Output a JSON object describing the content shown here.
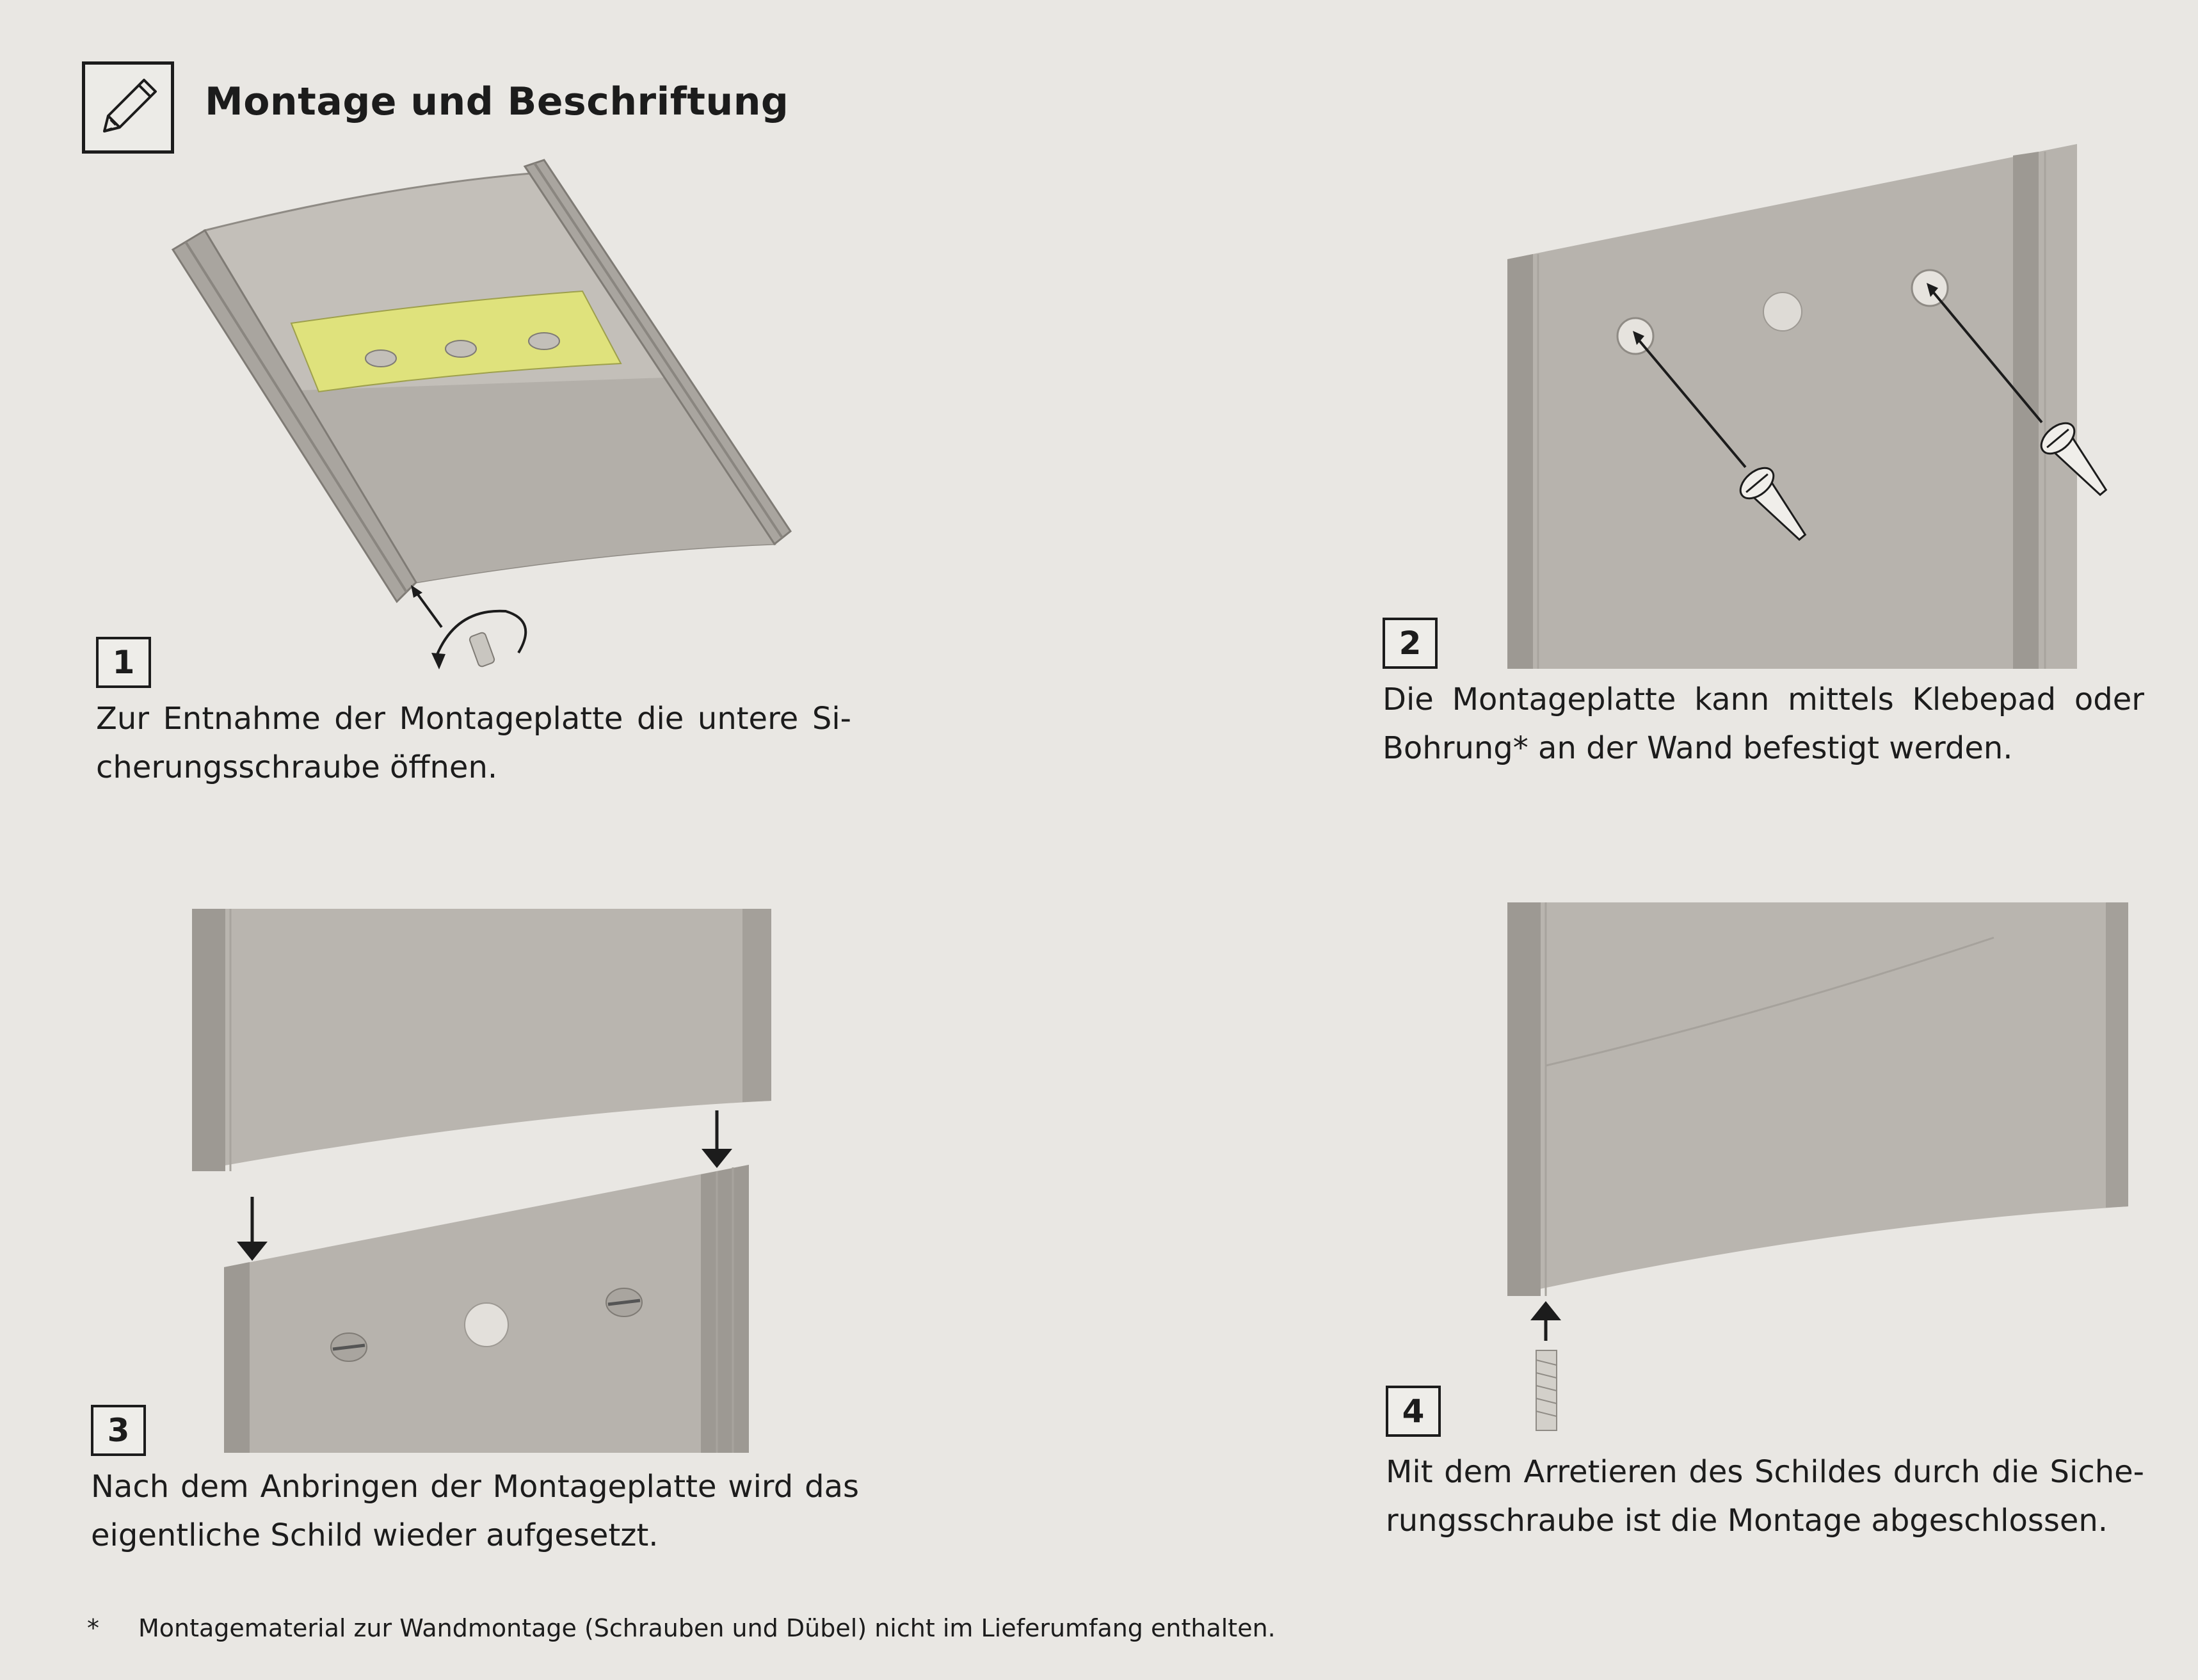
{
  "header": {
    "title": "Montage und Beschriftung",
    "icon": "pencil-icon"
  },
  "steps": [
    {
      "number": "1",
      "text": "Zur Entnahme der Montageplatte die untere Si- cherungsschraube öffnen."
    },
    {
      "number": "2",
      "text": "Die Montageplatte kann mittels Klebepad oder Bohrung* an der Wand befestigt werden."
    },
    {
      "number": "3",
      "text": "Nach dem Anbringen der Montageplatte wird das eigentliche Schild wieder aufgesetzt."
    },
    {
      "number": "4",
      "text": "Mit dem Arretieren des Schildes durch die Siche- rungsschraube ist die Montage abgeschlossen."
    }
  ],
  "footnote": {
    "marker": "*",
    "text": "Montagematerial zur Wandmontage (Schrauben und Dübel) nicht im Lieferumfang enthalten."
  },
  "colors": {
    "plate": "#b7b3ad",
    "plate_edge": "#8f8b85",
    "adhesive_pad": "#dfe27c",
    "ink": "#1c1c1c"
  }
}
